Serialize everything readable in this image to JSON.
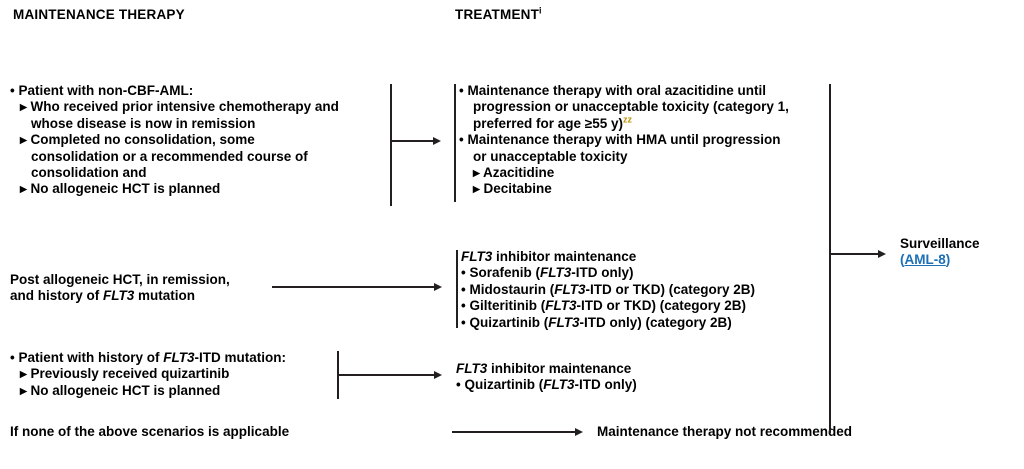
{
  "headers": {
    "maintenance": "MAINTENANCE THERAPY",
    "treatment": "TREATMENT",
    "treatment_sup": "i"
  },
  "left": {
    "block1": {
      "l1": "• Patient with non-CBF-AML:",
      "l2": "▸ Who received prior intensive chemotherapy and",
      "l3": "whose disease is now in remission",
      "l4": "▸ Completed no consolidation, some",
      "l5": "consolidation or a recommended course of",
      "l6": "consolidation and",
      "l7": "▸ No allogeneic HCT is planned"
    },
    "block2": {
      "l1": "Post allogeneic HCT, in remission,",
      "l2_pre": "and history of ",
      "l2_flt3": "FLT3",
      "l2_post": " mutation"
    },
    "block3": {
      "l1_pre": "• Patient with history of ",
      "l1_flt3": "FLT3",
      "l1_post": "-ITD mutation:",
      "l2": "▸ Previously received quizartinib",
      "l3": "▸ No allogeneic HCT is planned"
    },
    "block4": "If none of the above scenarios is applicable"
  },
  "treatment": {
    "block1": {
      "l1": "• Maintenance therapy with oral azacitidine until",
      "l2": "progression or unacceptable toxicity (category 1,",
      "l3": "preferred for age ≥55 y)",
      "l3_sup": "zz",
      "l4": "• Maintenance therapy with HMA until progression",
      "l5": "or unacceptable toxicity",
      "l6": "▸ Azacitidine",
      "l7": "▸ Decitabine"
    },
    "block2": {
      "t_flt3": "FLT3",
      "t_rest": " inhibitor maintenance",
      "i1_pre": "• Sorafenib (",
      "i1_flt3": "FLT3",
      "i1_post": "-ITD only)",
      "i2_pre": "• Midostaurin (",
      "i2_flt3": "FLT3",
      "i2_post": "-ITD or TKD) (category 2B)",
      "i3_pre": "• Gilteritinib (",
      "i3_flt3": "FLT3",
      "i3_post": "-ITD or TKD) (category 2B)",
      "i4_pre": "• Quizartinib (",
      "i4_flt3": "FLT3",
      "i4_post": "-ITD only) (category 2B)"
    },
    "block3": {
      "t_flt3": "FLT3",
      "t_rest": " inhibitor maintenance",
      "i1_pre": "• Quizartinib (",
      "i1_flt3": "FLT3",
      "i1_post": "-ITD only)"
    },
    "block4": "Maintenance therapy not recommended"
  },
  "surveillance": {
    "label": "Surveillance",
    "paren_open": "(",
    "link": "AML-8",
    "paren_close": ")"
  },
  "colors": {
    "text": "#000000",
    "footnote_zz": "#BF9000",
    "link_blue": "#1B6FB5",
    "line": "#231f20"
  }
}
